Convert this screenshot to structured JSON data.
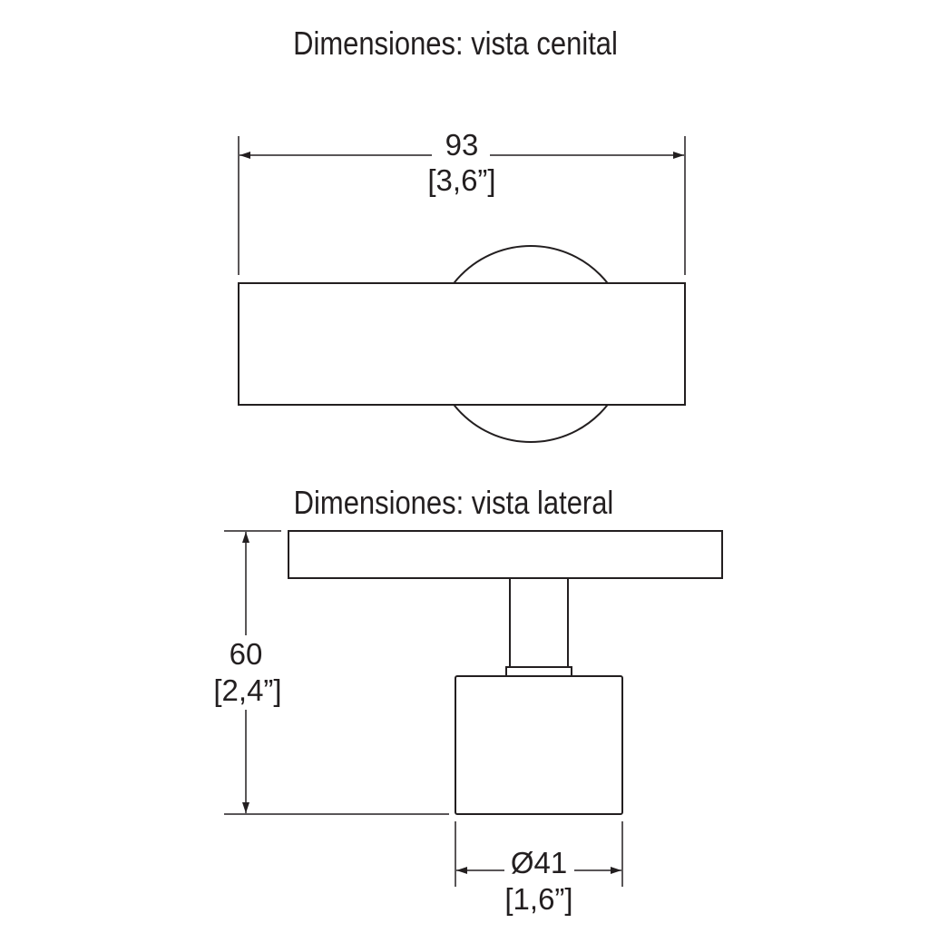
{
  "top_view": {
    "title": "Dimensiones: vista cenital",
    "width_mm": "93",
    "width_in": "[3,6”]"
  },
  "side_view": {
    "title": "Dimensiones: vista lateral",
    "height_mm": "60",
    "height_in": "[2,4”]",
    "diameter_mm": "Ø41",
    "diameter_in": "[1,6”]"
  },
  "colors": {
    "line": "#231f20",
    "background": "#ffffff"
  }
}
